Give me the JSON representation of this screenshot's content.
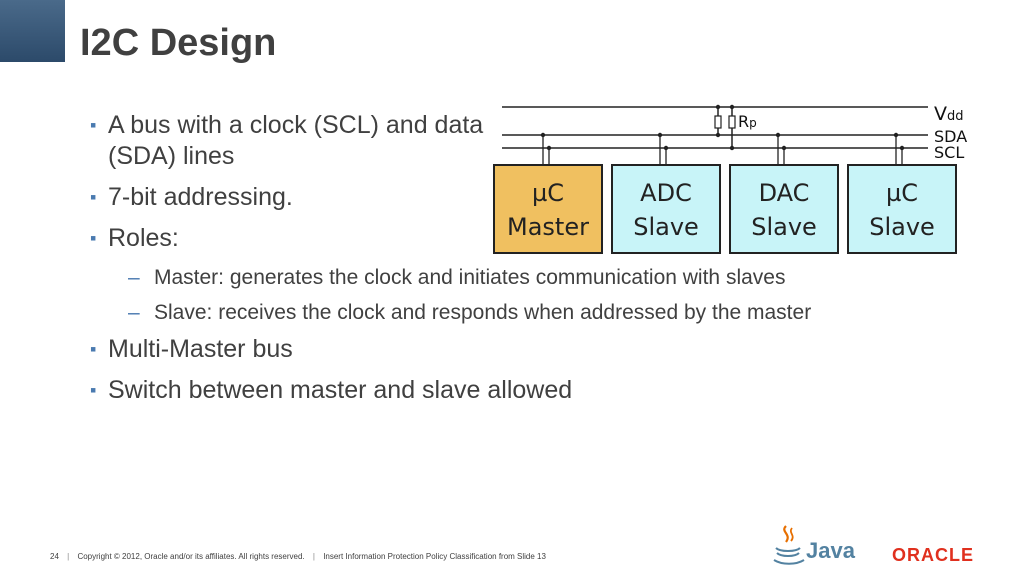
{
  "slide": {
    "title": "I2C Design",
    "bullets": [
      "A bus with a clock (SCL) and data (SDA) lines",
      "7-bit addressing.",
      "Roles:",
      "Multi-Master bus",
      "Switch between master and slave allowed"
    ],
    "sub_bullets": [
      "Master: generates the clock and initiates communication with slaves",
      "Slave: receives the clock and responds when addressed by the master"
    ],
    "bullet_marker": "▪",
    "sub_marker": "–"
  },
  "diagram": {
    "line_labels": {
      "vdd_main": "V",
      "vdd_sub": "dd",
      "sda": "SDA",
      "scl": "SCL",
      "rp_main": "R",
      "rp_sub": "p"
    },
    "boxes": [
      {
        "line1": "µC",
        "line2": "Master",
        "fill": "#f0c060"
      },
      {
        "line1": "ADC",
        "line2": "Slave",
        "fill": "#c8f4f8"
      },
      {
        "line1": "DAC",
        "line2": "Slave",
        "fill": "#c8f4f8"
      },
      {
        "line1": "µC",
        "line2": "Slave",
        "fill": "#c8f4f8"
      }
    ]
  },
  "footer": {
    "page_number": "24",
    "copyright": "Copyright © 2012, Oracle and/or its affiliates. All rights reserved.",
    "classification": "Insert Information Protection Policy Classification from Slide 13"
  },
  "logos": {
    "java": "Java",
    "oracle": "ORACLE"
  },
  "colors": {
    "accent": "#4a7ab0",
    "oracle_red": "#e0301e",
    "java_blue": "#5382a1",
    "java_orange": "#e76f00"
  }
}
